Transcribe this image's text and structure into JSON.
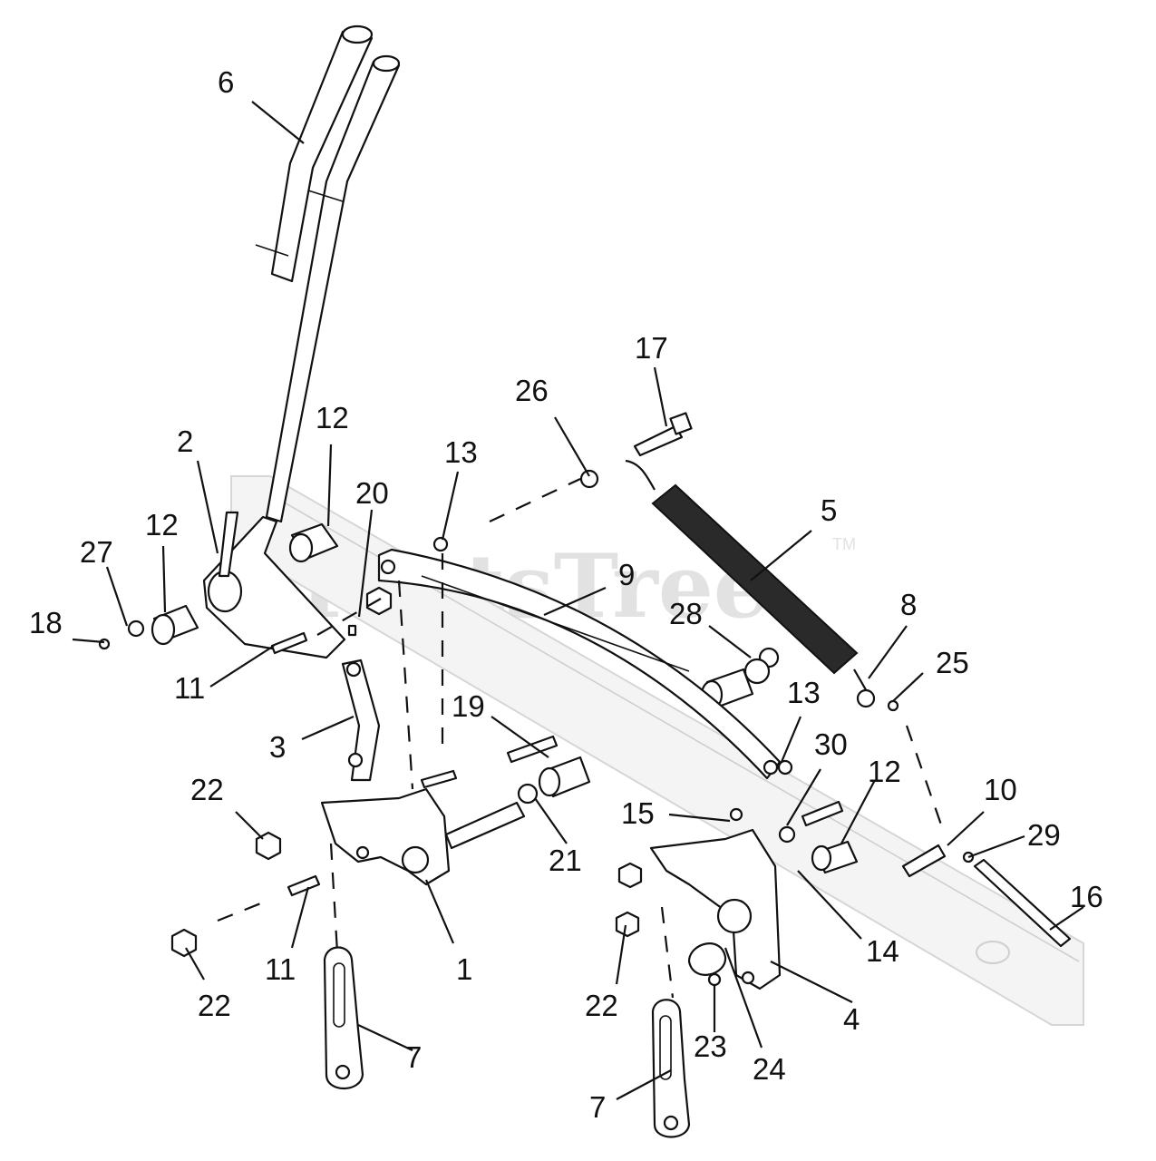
{
  "watermark": {
    "text": "PartsTree",
    "tm": "TM"
  },
  "callouts": [
    {
      "id": "c6",
      "label": "6"
    },
    {
      "id": "c2",
      "label": "2"
    },
    {
      "id": "c12a",
      "label": "12"
    },
    {
      "id": "c20",
      "label": "20"
    },
    {
      "id": "c13a",
      "label": "13"
    },
    {
      "id": "c26",
      "label": "26"
    },
    {
      "id": "c17",
      "label": "17"
    },
    {
      "id": "c5",
      "label": "5"
    },
    {
      "id": "c12b",
      "label": "12"
    },
    {
      "id": "c27",
      "label": "27"
    },
    {
      "id": "c18",
      "label": "18"
    },
    {
      "id": "c9",
      "label": "9"
    },
    {
      "id": "c28",
      "label": "28"
    },
    {
      "id": "c8",
      "label": "8"
    },
    {
      "id": "c25",
      "label": "25"
    },
    {
      "id": "c11a",
      "label": "11"
    },
    {
      "id": "c3",
      "label": "3"
    },
    {
      "id": "c19",
      "label": "19"
    },
    {
      "id": "c13b",
      "label": "13"
    },
    {
      "id": "c30",
      "label": "30"
    },
    {
      "id": "c12c",
      "label": "12"
    },
    {
      "id": "c10",
      "label": "10"
    },
    {
      "id": "c22a",
      "label": "22"
    },
    {
      "id": "c15",
      "label": "15"
    },
    {
      "id": "c29",
      "label": "29"
    },
    {
      "id": "c21",
      "label": "21"
    },
    {
      "id": "c16",
      "label": "16"
    },
    {
      "id": "c14",
      "label": "14"
    },
    {
      "id": "c11b",
      "label": "11"
    },
    {
      "id": "c1",
      "label": "1"
    },
    {
      "id": "c22b",
      "label": "22"
    },
    {
      "id": "c22c",
      "label": "22"
    },
    {
      "id": "c4",
      "label": "4"
    },
    {
      "id": "c23",
      "label": "23"
    },
    {
      "id": "c7a",
      "label": "7"
    },
    {
      "id": "c24",
      "label": "24"
    },
    {
      "id": "c7b",
      "label": "7"
    }
  ]
}
